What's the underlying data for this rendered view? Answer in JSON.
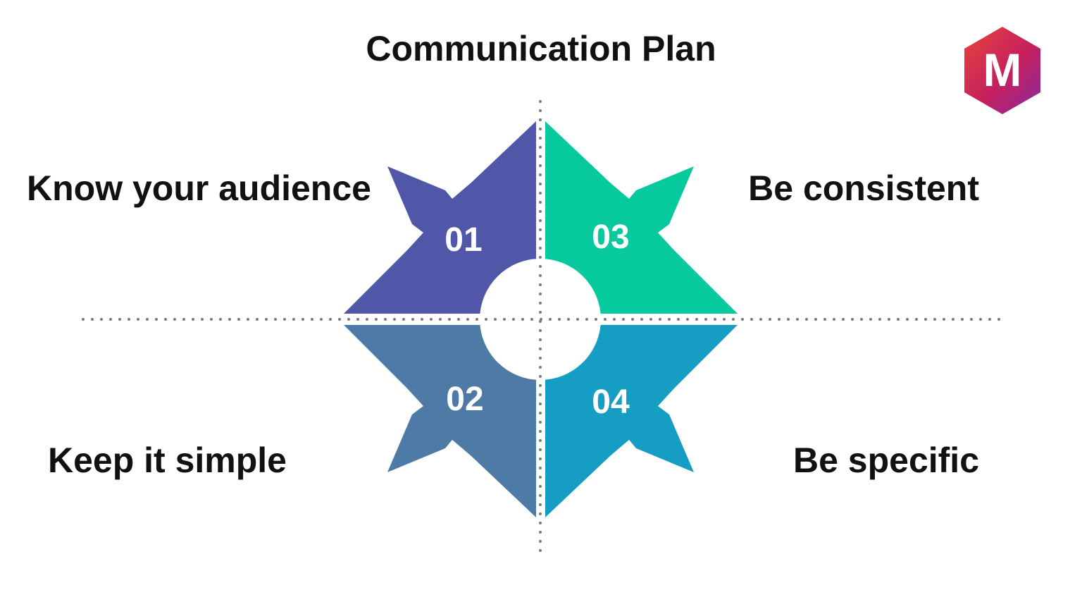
{
  "title": "Communication Plan",
  "steps": [
    {
      "number": "01",
      "label": "Know your audience",
      "color": "#5057a8"
    },
    {
      "number": "02",
      "label": "Keep it simple",
      "color": "#4e7ba6"
    },
    {
      "number": "03",
      "label": "Be consistent",
      "color": "#06c99d"
    },
    {
      "number": "04",
      "label": "Be specific",
      "color": "#159dc3"
    }
  ],
  "logo": {
    "letter": "M",
    "colors": [
      "#e8453c",
      "#c4205e",
      "#8a2aa0"
    ]
  },
  "dotted_guides": "#7a7a7a"
}
